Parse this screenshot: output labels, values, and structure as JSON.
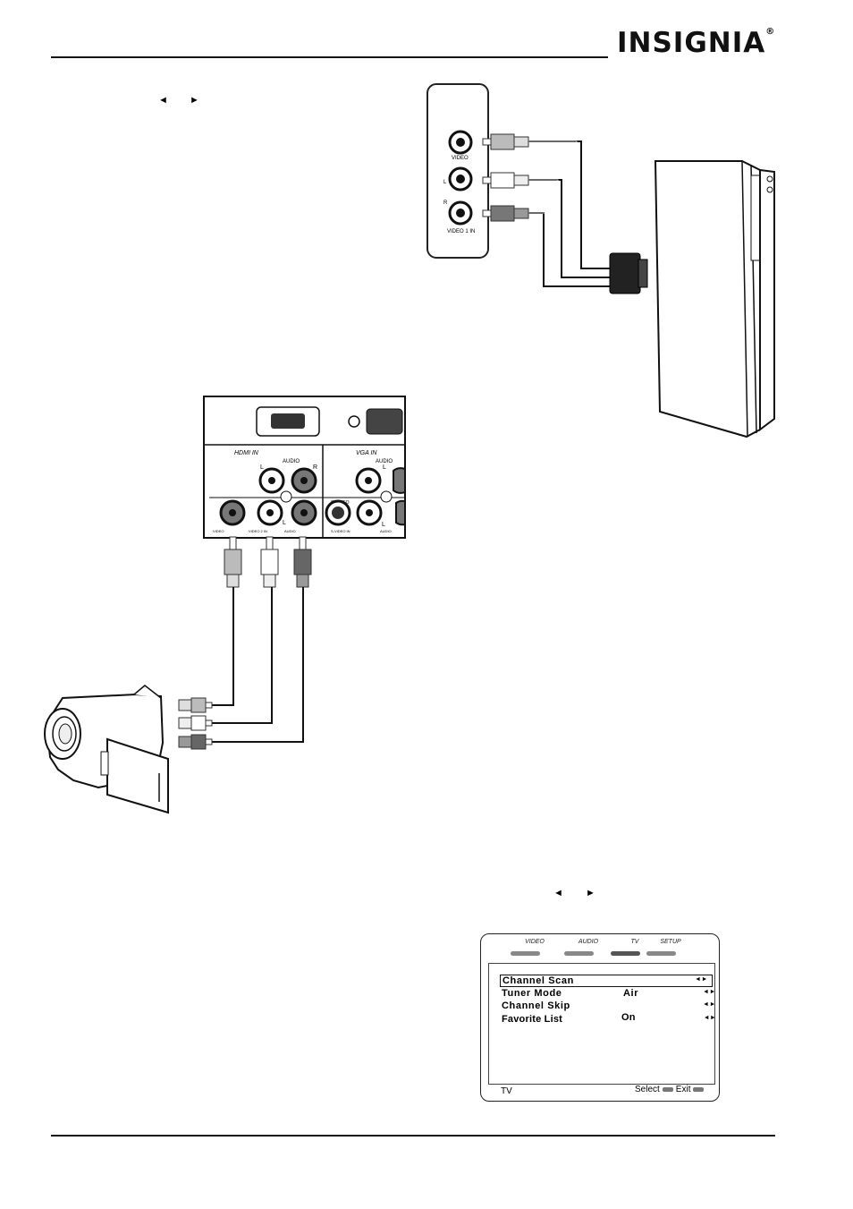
{
  "header": {
    "brand": "INSIGNIA",
    "registered_mark": "®"
  },
  "nav_arrows": {
    "left": "◄",
    "right": "►",
    "left_2": "◄",
    "right_2": "►"
  },
  "av_panel": {
    "video_label": "VIDEO",
    "l_label": "L",
    "r_label": "R",
    "input_label": "VIDEO 1 IN"
  },
  "tv_panel": {
    "hdmi_in": "HDMI IN",
    "vga_in": "VGA IN",
    "audio_1": "AUDIO",
    "audio_2": "AUDIO",
    "l1": "L",
    "r1": "R",
    "l2": "L",
    "svideo_top": "S-VIDEO",
    "video_bottom": "VIDEO",
    "video2_in": "VIDEO 2 IN",
    "audio_bottom": "AUDIO",
    "svideo_in": "S-VIDEO IN",
    "audio_bottom_2": "AUDIO",
    "l_bottom": "L",
    "l_bottom_2": "L",
    "r_bottom": "R"
  },
  "osd_menu": {
    "tabs": [
      {
        "label": "VIDEO",
        "active": false
      },
      {
        "label": "AUDIO",
        "active": false
      },
      {
        "label": "TV",
        "active": true
      },
      {
        "label": "SETUP",
        "active": false
      }
    ],
    "items": [
      {
        "label": "Channel Scan",
        "value": "",
        "selected": true
      },
      {
        "label": "Tuner Mode",
        "value": "Air",
        "selected": false
      },
      {
        "label": "Channel Skip",
        "value": "",
        "selected": false
      },
      {
        "label": "Favorite List",
        "value": "On",
        "selected": false
      }
    ],
    "footer_left": "TV",
    "footer_select": "Select",
    "footer_exit": "Exit",
    "arrow_glyph": "◄►"
  }
}
